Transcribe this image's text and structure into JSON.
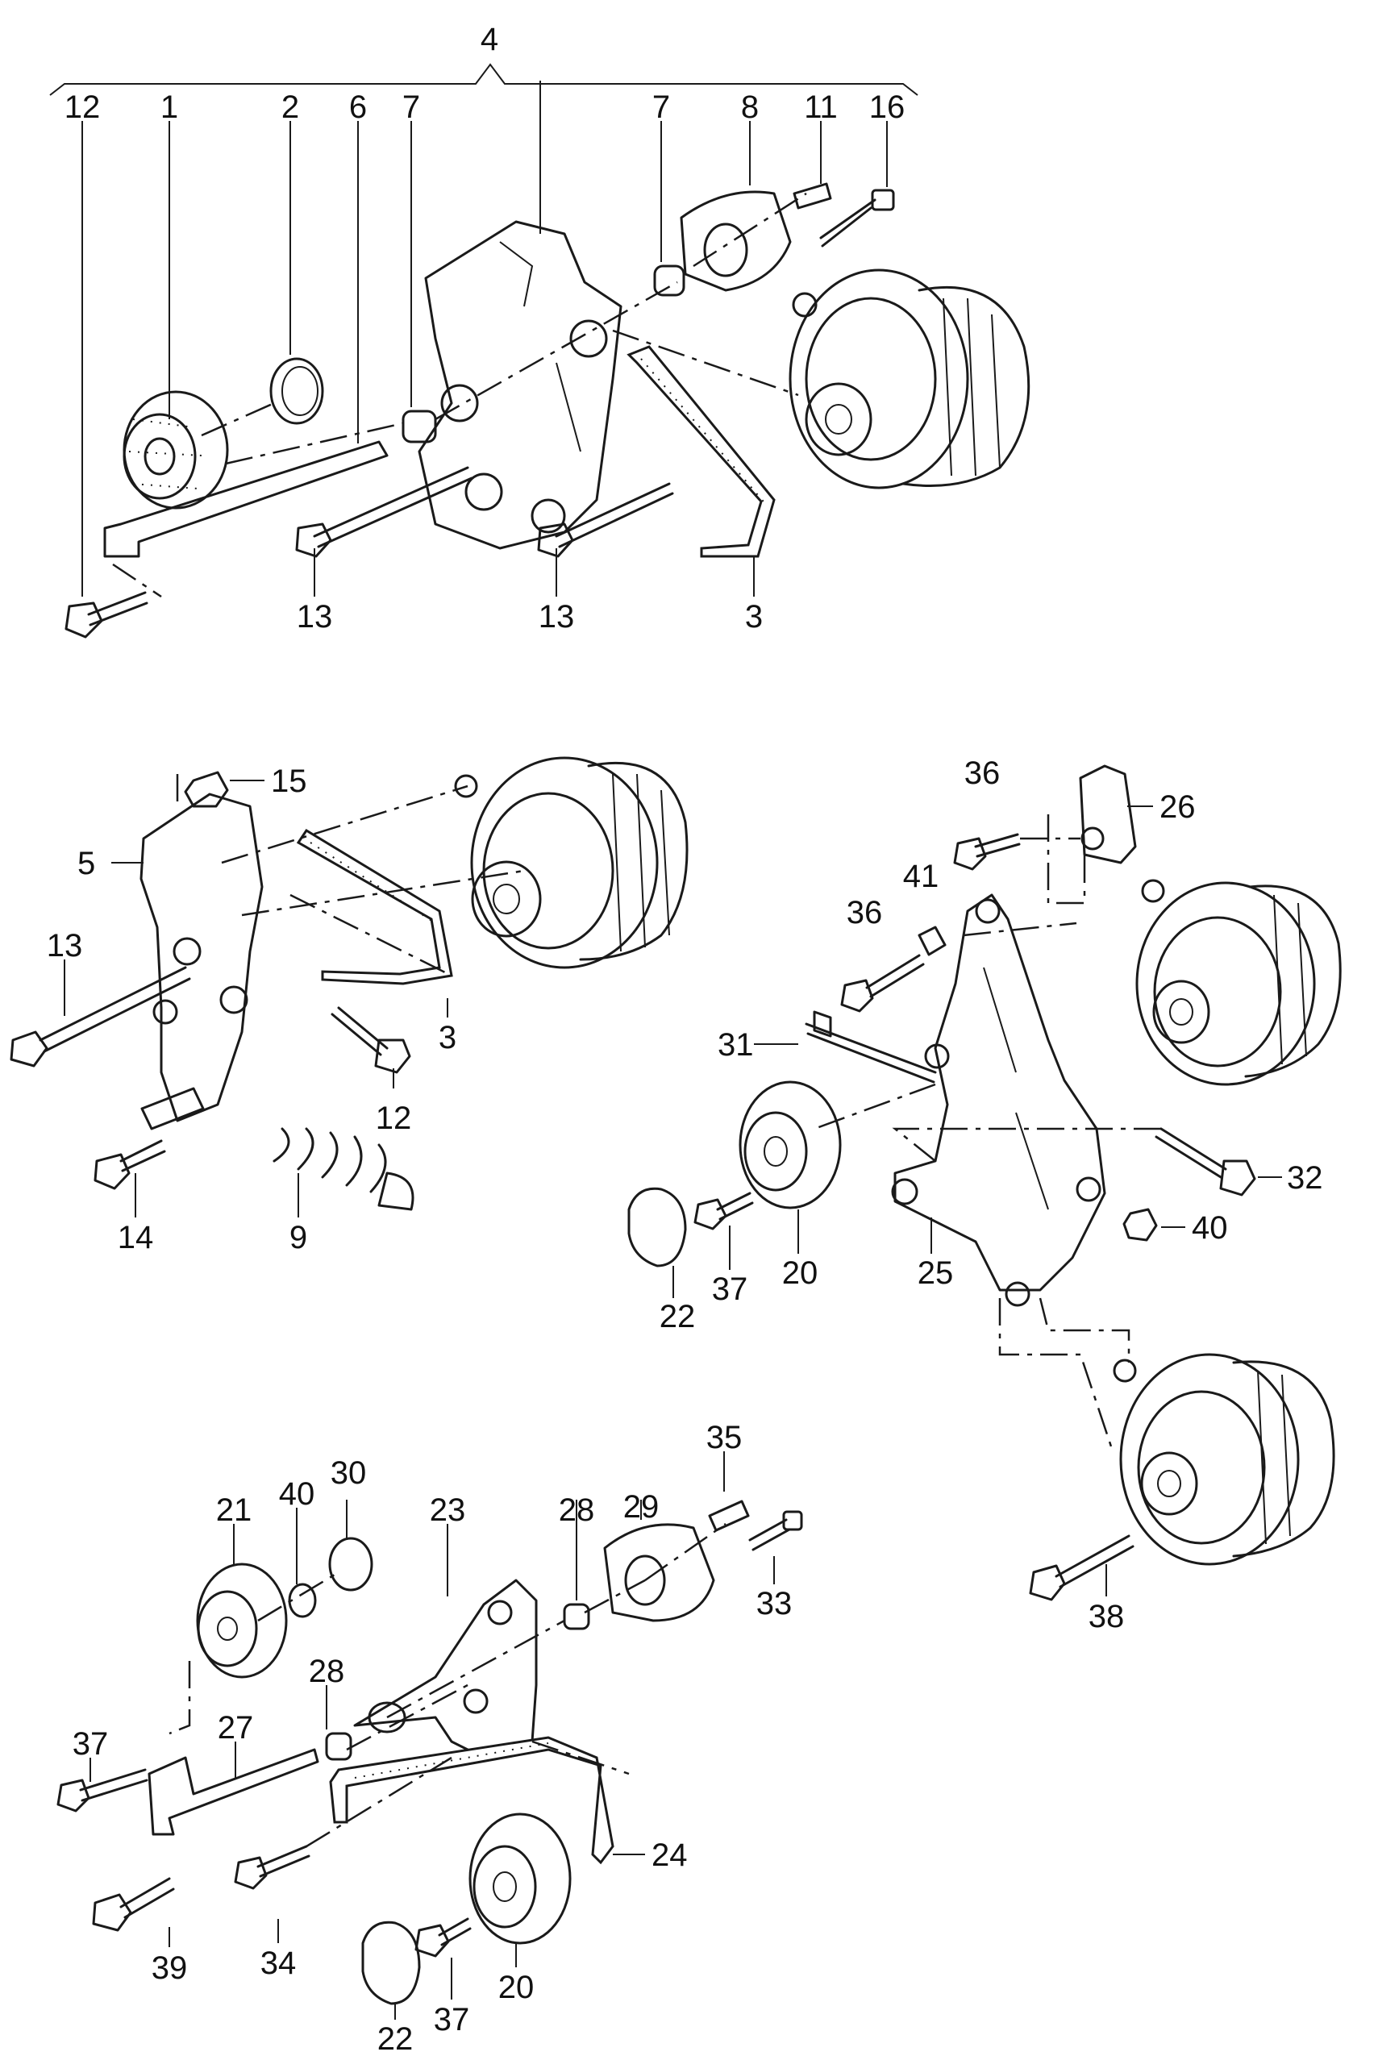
{
  "callouts": [
    {
      "id": "c4",
      "text": "4"
    },
    {
      "id": "c12a",
      "text": "12"
    },
    {
      "id": "c1",
      "text": "1"
    },
    {
      "id": "c2",
      "text": "2"
    },
    {
      "id": "c6",
      "text": "6"
    },
    {
      "id": "c7a",
      "text": "7"
    },
    {
      "id": "c7b",
      "text": "7"
    },
    {
      "id": "c8",
      "text": "8"
    },
    {
      "id": "c11",
      "text": "11"
    },
    {
      "id": "c16",
      "text": "16"
    },
    {
      "id": "c13a",
      "text": "13"
    },
    {
      "id": "c13b",
      "text": "13"
    },
    {
      "id": "c3a",
      "text": "3"
    },
    {
      "id": "c15",
      "text": "15"
    },
    {
      "id": "c5",
      "text": "5"
    },
    {
      "id": "c13c",
      "text": "13"
    },
    {
      "id": "c3b",
      "text": "3"
    },
    {
      "id": "c12b",
      "text": "12"
    },
    {
      "id": "c14",
      "text": "14"
    },
    {
      "id": "c9",
      "text": "9"
    },
    {
      "id": "c36a",
      "text": "36"
    },
    {
      "id": "c26",
      "text": "26"
    },
    {
      "id": "c41",
      "text": "41"
    },
    {
      "id": "c36b",
      "text": "36"
    },
    {
      "id": "c31",
      "text": "31"
    },
    {
      "id": "c32",
      "text": "32"
    },
    {
      "id": "c40a",
      "text": "40"
    },
    {
      "id": "c20a",
      "text": "20"
    },
    {
      "id": "c25",
      "text": "25"
    },
    {
      "id": "c37a",
      "text": "37"
    },
    {
      "id": "c22a",
      "text": "22"
    },
    {
      "id": "c38",
      "text": "38"
    },
    {
      "id": "c35",
      "text": "35"
    },
    {
      "id": "c21",
      "text": "21"
    },
    {
      "id": "c40b",
      "text": "40"
    },
    {
      "id": "c30",
      "text": "30"
    },
    {
      "id": "c23",
      "text": "23"
    },
    {
      "id": "c28a",
      "text": "28"
    },
    {
      "id": "c29",
      "text": "29"
    },
    {
      "id": "c33",
      "text": "33"
    },
    {
      "id": "c28b",
      "text": "28"
    },
    {
      "id": "c37b",
      "text": "37"
    },
    {
      "id": "c27",
      "text": "27"
    },
    {
      "id": "c24",
      "text": "24"
    },
    {
      "id": "c39",
      "text": "39"
    },
    {
      "id": "c34",
      "text": "34"
    },
    {
      "id": "c20b",
      "text": "20"
    },
    {
      "id": "c37c",
      "text": "37"
    },
    {
      "id": "c22b",
      "text": "22"
    }
  ]
}
